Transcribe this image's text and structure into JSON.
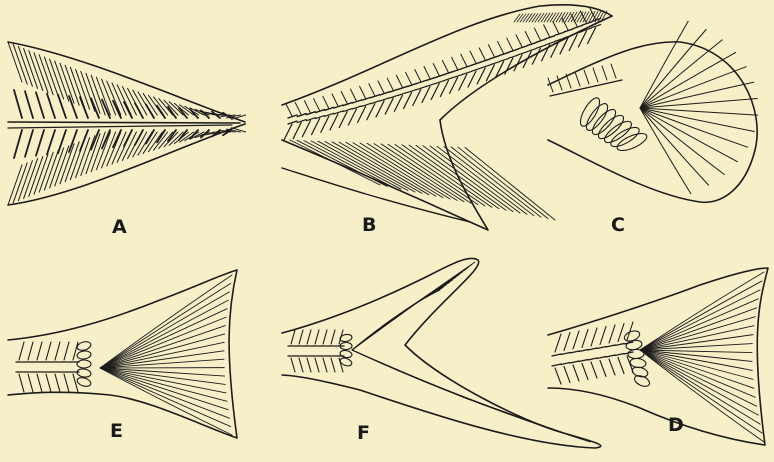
{
  "figure": {
    "panels": [
      {
        "id": "A",
        "label": "A"
      },
      {
        "id": "B",
        "label": "B"
      },
      {
        "id": "C",
        "label": "C"
      },
      {
        "id": "E",
        "label": "E"
      },
      {
        "id": "F",
        "label": "F"
      },
      {
        "id": "D",
        "label": "D"
      }
    ],
    "colors": {
      "background": "#f7efc8",
      "ink": "#1c1c1c"
    }
  }
}
